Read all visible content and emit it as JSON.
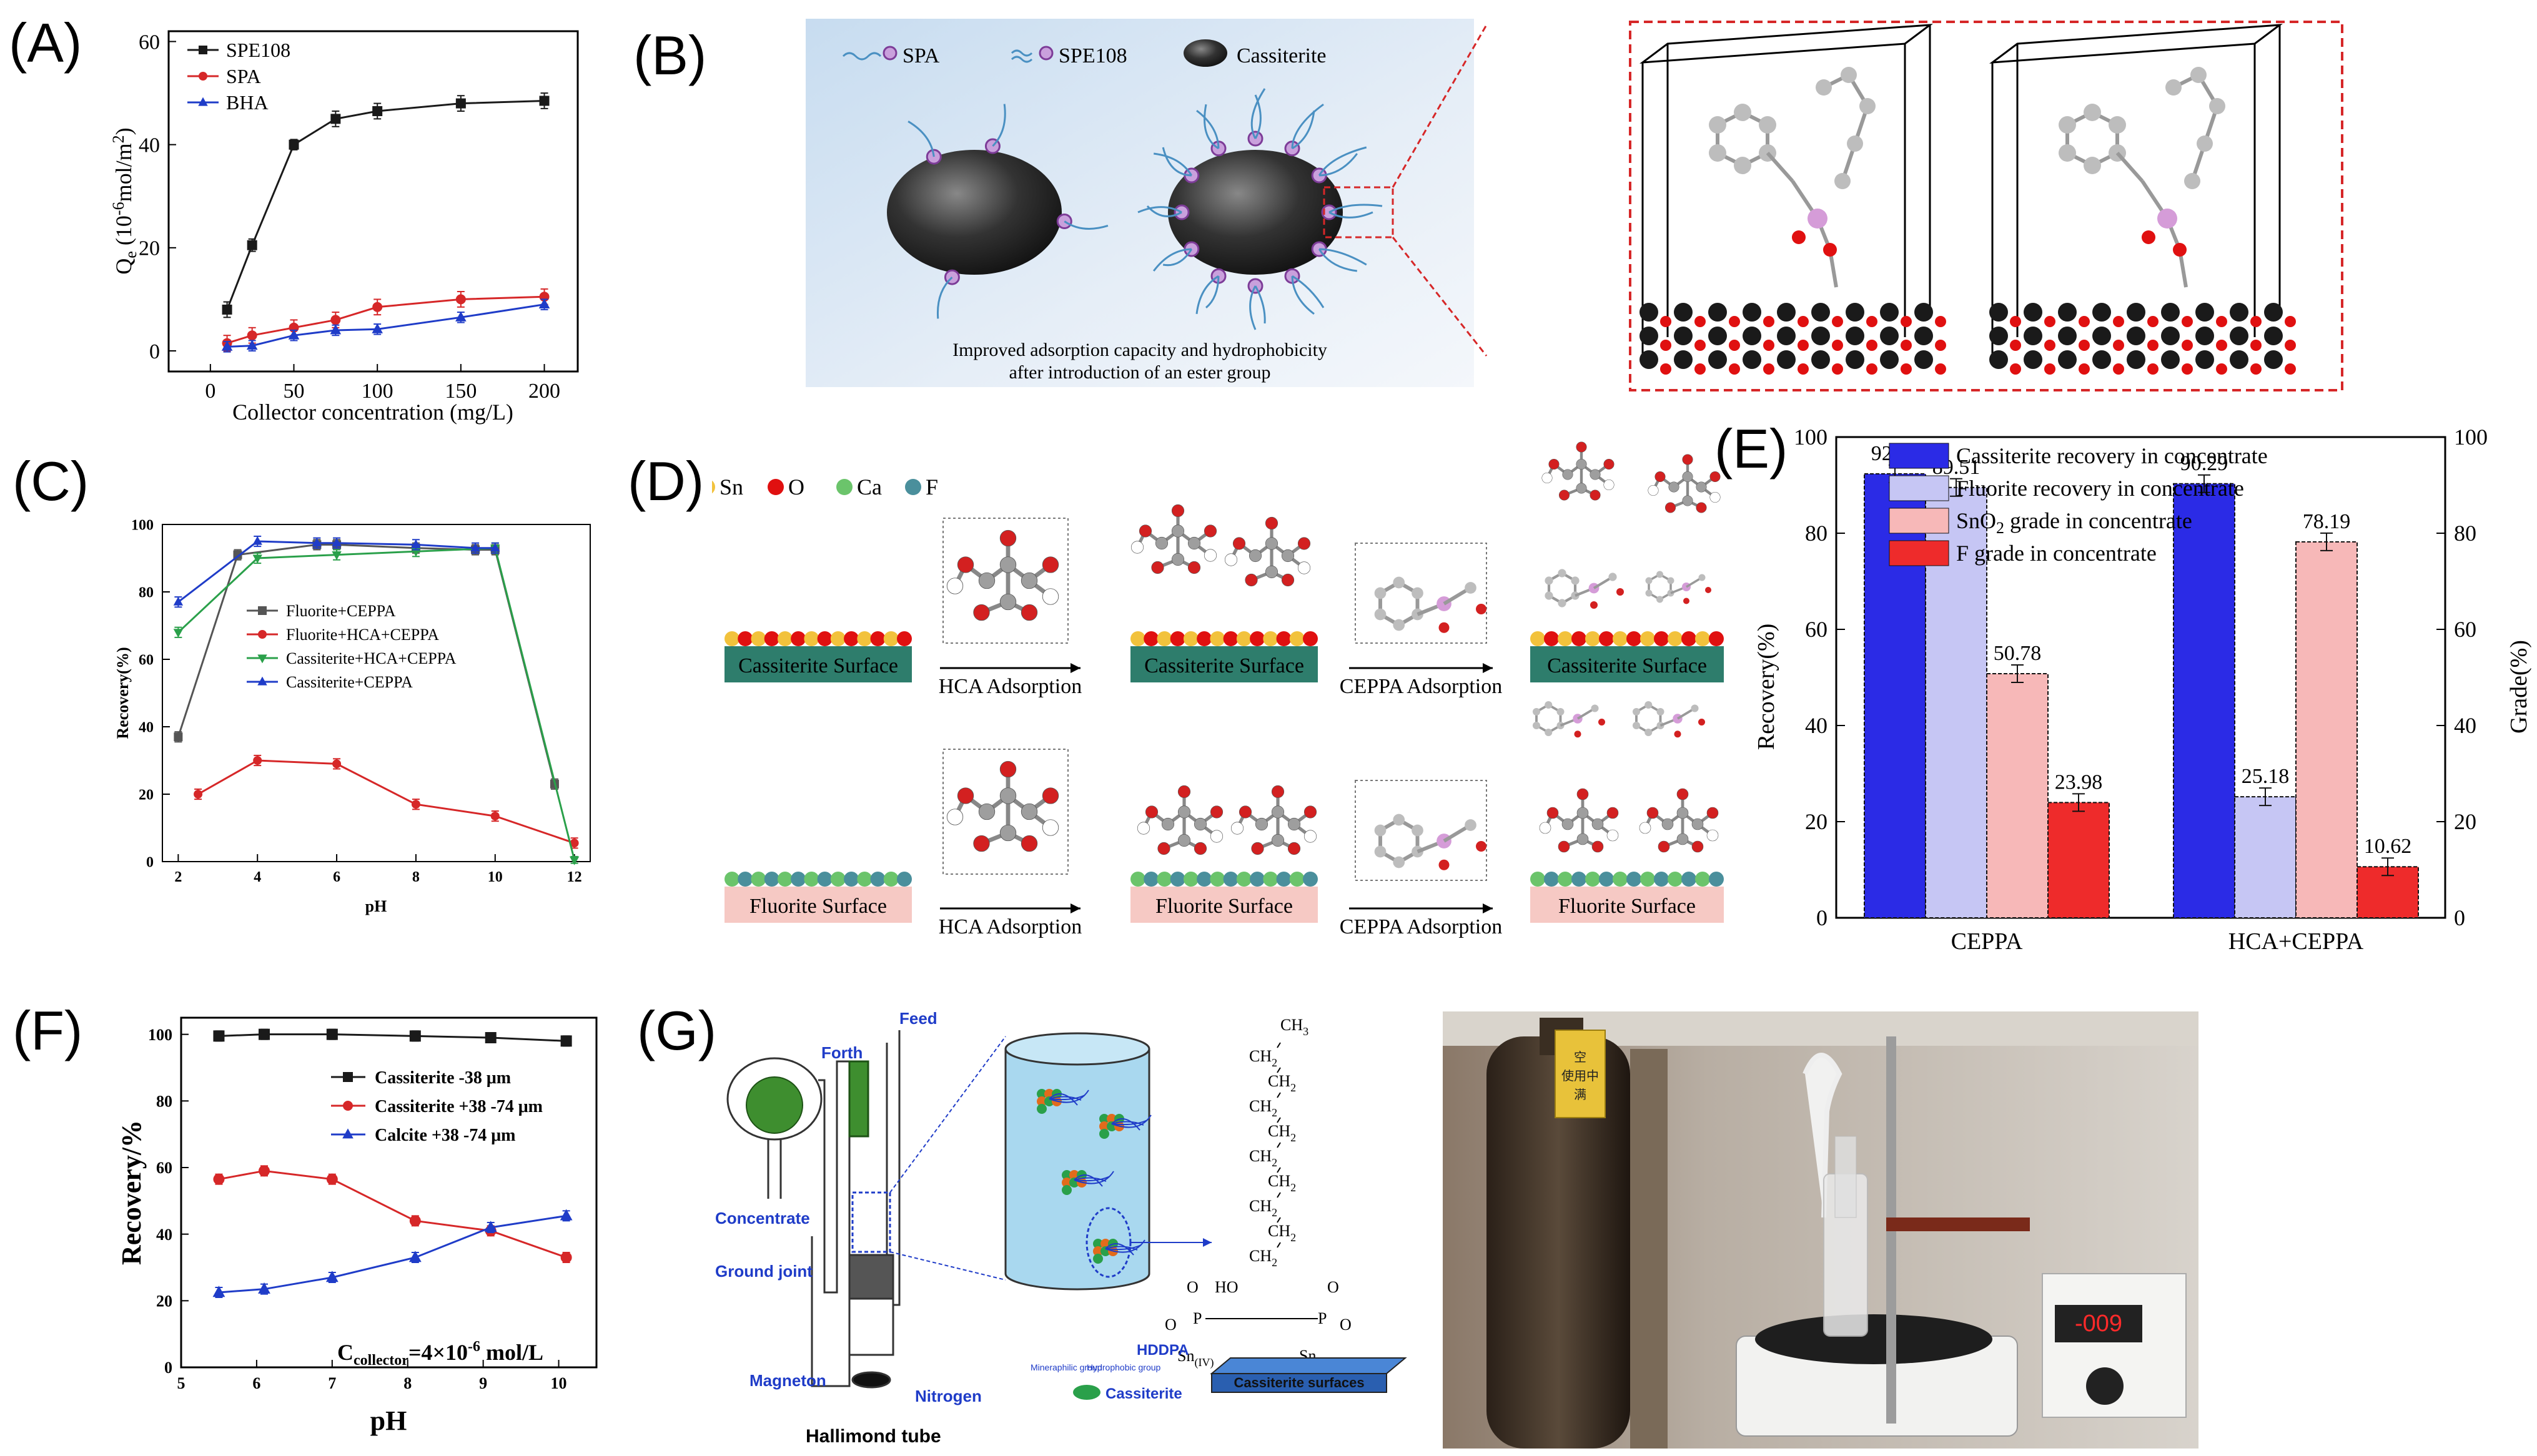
{
  "panel_labels": {
    "A": "(A)",
    "B": "(B)",
    "C": "(C)",
    "D": "(D)",
    "E": "(E)",
    "F": "(F)",
    "G": "(G)"
  },
  "colors": {
    "black": "#1a1a1a",
    "red": "#d62728",
    "blue": "#1f3cc8",
    "green": "#2aa04a",
    "gray": "#555555",
    "bar_blue": "#2b2be6",
    "bar_lavender": "#c6c6f4",
    "bar_pink": "#f7b8b8",
    "bar_red": "#ee2b2b",
    "surface_green": "#2e7d6c",
    "surface_pink": "#f6c9c4",
    "vessel_blue": "#a9d8ef"
  },
  "chart_data": [
    {
      "id": "A",
      "type": "line",
      "xlabel": "Collector concentration (mg/L)",
      "ylabel_main": "Q",
      "ylabel_sub": "e",
      "ylabel_rest": " (10",
      "ylabel_sup": "-6",
      "ylabel_end": "mol/m",
      "ylabel_sup2": "2",
      "ylabel_close": ")",
      "xlim": [
        -25,
        220
      ],
      "ylim": [
        -4,
        62
      ],
      "xticks": [
        0,
        50,
        100,
        150,
        200
      ],
      "yticks": [
        0,
        20,
        40,
        60
      ],
      "series": [
        {
          "name": "SPE108",
          "color": "#1a1a1a",
          "marker": "square",
          "x": [
            10,
            25,
            50,
            75,
            100,
            150,
            200
          ],
          "y": [
            8,
            20.5,
            40,
            45,
            46.5,
            48,
            48.5
          ],
          "err": [
            1.5,
            1.2,
            1,
            1.5,
            1.5,
            1.5,
            1.5
          ]
        },
        {
          "name": "SPA",
          "color": "#d62728",
          "marker": "circle",
          "x": [
            10,
            25,
            50,
            75,
            100,
            150,
            200
          ],
          "y": [
            1.5,
            3,
            4.5,
            6,
            8.5,
            10,
            10.5
          ],
          "err": [
            1.5,
            1.5,
            1.5,
            1.5,
            1.5,
            1.5,
            1.5
          ]
        },
        {
          "name": "BHA",
          "color": "#1f3cc8",
          "marker": "triangle",
          "x": [
            10,
            25,
            50,
            75,
            100,
            150,
            200
          ],
          "y": [
            0.8,
            1,
            3,
            4,
            4.2,
            6.5,
            9
          ],
          "err": [
            1,
            1,
            1,
            1,
            1,
            1,
            1
          ]
        }
      ]
    },
    {
      "id": "C",
      "type": "line",
      "xlabel": "pH",
      "ylabel": "Recovery(%)",
      "xlim": [
        1.6,
        12.4
      ],
      "ylim": [
        0,
        100
      ],
      "xticks": [
        2,
        4,
        6,
        8,
        10,
        12
      ],
      "yticks": [
        0,
        20,
        40,
        60,
        80,
        100
      ],
      "series": [
        {
          "name": "Fluorite+CEPPA",
          "color": "#555555",
          "marker": "square",
          "x": [
            2,
            3.5,
            5.5,
            6,
            8,
            9.5,
            10,
            11.5
          ],
          "y": [
            37,
            91,
            94,
            94,
            93,
            92.5,
            92.5,
            23
          ],
          "err": [
            1.5,
            1.5,
            1.5,
            1.5,
            1.5,
            1.5,
            1.5,
            1.5
          ]
        },
        {
          "name": "Fluorite+HCA+CEPPA",
          "color": "#d62728",
          "marker": "circle",
          "x": [
            2.5,
            4,
            6,
            8,
            10,
            12
          ],
          "y": [
            20,
            30,
            29,
            17,
            13.5,
            5.5
          ],
          "err": [
            1.5,
            1.5,
            1.5,
            1.5,
            1.5,
            1.5
          ]
        },
        {
          "name": "Cassiterite+HCA+CEPPA",
          "color": "#2aa04a",
          "marker": "tri-down",
          "x": [
            2,
            4,
            6,
            8,
            10,
            12
          ],
          "y": [
            68,
            90,
            91,
            92,
            93,
            0.5
          ],
          "err": [
            1.5,
            1.5,
            1.5,
            1.5,
            1.5,
            1
          ]
        },
        {
          "name": "Cassiterite+CEPPA",
          "color": "#1f3cc8",
          "marker": "triangle",
          "x": [
            2,
            4,
            5.5,
            6,
            8,
            9.5,
            10
          ],
          "y": [
            77,
            95,
            94.5,
            94.5,
            94,
            93,
            93
          ],
          "err": [
            1.5,
            1.5,
            1.5,
            1.5,
            1.5,
            1.5,
            1.5
          ]
        }
      ]
    },
    {
      "id": "E",
      "type": "bar",
      "categories": [
        "CEPPA",
        "HCA+CEPPA"
      ],
      "ylabel_left": "Recovery(%)",
      "ylabel_right": "Grade(%)",
      "ylim": [
        0,
        100
      ],
      "yticks": [
        0,
        20,
        40,
        60,
        80,
        100
      ],
      "series": [
        {
          "name": "Cassiterite recovery in concentrate",
          "color": "#2b2be6",
          "values": [
            92.35,
            90.29
          ],
          "labels": [
            "92.35",
            "90.29"
          ]
        },
        {
          "name": "Fluorite recovery in concentrate",
          "color": "#c6c6f4",
          "values": [
            89.51,
            25.18
          ],
          "labels": [
            "89.51",
            "25.18"
          ]
        },
        {
          "name_main": "SnO",
          "name_sub": "2",
          "name_rest": " grade in concentrate",
          "color": "#f7b8b8",
          "values": [
            50.78,
            78.19
          ],
          "labels": [
            "50.78",
            "78.19"
          ]
        },
        {
          "name": "F grade  in concentrate",
          "color": "#ee2b2b",
          "values": [
            23.98,
            10.62
          ],
          "labels": [
            "23.98",
            "10.62"
          ]
        }
      ]
    },
    {
      "id": "F",
      "type": "line",
      "xlabel": "pH",
      "ylabel": "Recovery/%",
      "xlim": [
        5,
        10.5
      ],
      "ylim": [
        0,
        105
      ],
      "xticks": [
        5,
        6,
        7,
        8,
        9,
        10
      ],
      "yticks": [
        0,
        20,
        40,
        60,
        80,
        100
      ],
      "annotation_main": "C",
      "annotation_sub": "collector",
      "annotation_rest": "=4×10",
      "annotation_sup": "-6",
      "annotation_end": " mol/L",
      "series": [
        {
          "name": "Cassiterite  -38  μm",
          "color": "#1a1a1a",
          "marker": "square",
          "x": [
            5.5,
            6.1,
            7,
            8.1,
            9.1,
            10.1
          ],
          "y": [
            99.5,
            100,
            100,
            99.5,
            99,
            98
          ],
          "err": [
            1.5,
            1.5,
            1.5,
            1.5,
            1.5,
            1.5
          ]
        },
        {
          "name": "Cassiterite  +38 -74  μm",
          "color": "#d62728",
          "marker": "circle",
          "x": [
            5.5,
            6.1,
            7,
            8.1,
            9.1,
            10.1
          ],
          "y": [
            56.5,
            59,
            56.5,
            44,
            41,
            33
          ],
          "err": [
            1.5,
            1.5,
            1.5,
            1.5,
            1.5,
            1.5
          ]
        },
        {
          "name": "Calcite      +38 -74  μm",
          "color": "#1f3cc8",
          "marker": "triangle",
          "x": [
            5.5,
            6.1,
            7,
            8.1,
            9.1,
            10.1
          ],
          "y": [
            22.5,
            23.5,
            27,
            33,
            42,
            45.5
          ],
          "err": [
            1.5,
            1.5,
            1.5,
            1.5,
            1.5,
            1.5
          ]
        }
      ]
    }
  ],
  "panelB": {
    "legend": {
      "spa": "SPA",
      "spe108": "SPE108",
      "cassiterite": "Cassiterite"
    },
    "caption_line1": "Improved adsorption capacity and hydrophobicity",
    "caption_line2": "after introduction of an ester group"
  },
  "panelD": {
    "legend": {
      "sn": "Sn",
      "o": "O",
      "ca": "Ca",
      "f": "F"
    },
    "cassiterite_surface": "Cassiterite Surface",
    "fluorite_surface": "Fluorite Surface",
    "hca_adsorption": "HCA Adsorption",
    "ceppa_adsorption": "CEPPA Adsorption"
  },
  "panelG": {
    "feed": "Feed",
    "forth": "Forth",
    "concentrate": "Concentrate",
    "ground_joint": "Ground joint",
    "magneton": "Magneton",
    "nitrogen": "Nitrogen",
    "hallimond": "Hallimond tube",
    "hddpa": "HDDPA",
    "cassiterite": "Cassiterite",
    "mineral_group": "Mineraphilic  group",
    "hydrophobic_group": "Hydrophobic group",
    "cassiterite_surfaces": "Cassiterite surfaces",
    "ch3": "CH",
    "ch3_sub": "3",
    "ch2": "CH",
    "ch2_sub": "2",
    "ho": "HO",
    "p": "P",
    "o": "O",
    "sn": "Sn",
    "sn_sub": "(IV)",
    "tag_line1": "空",
    "tag_line2": "使用中",
    "tag_line3": "满",
    "display": "-009"
  }
}
